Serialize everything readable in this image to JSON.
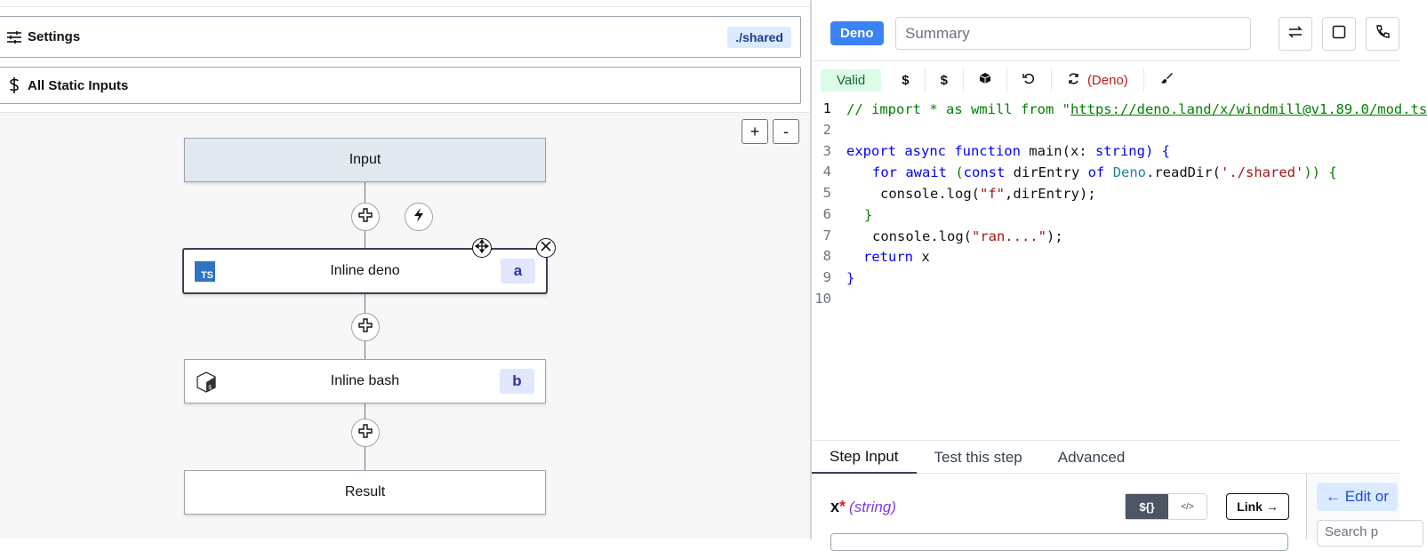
{
  "settings": {
    "label": "Settings",
    "badge": "./shared"
  },
  "static_inputs": {
    "label": "All Static Inputs"
  },
  "zoom": {
    "in": "+",
    "out": "-"
  },
  "flow": {
    "input_label": "Input",
    "result_label": "Result",
    "nodes": [
      {
        "label": "Inline deno",
        "id": "a",
        "icon": "typescript-icon",
        "icon_text": "TS"
      },
      {
        "label": "Inline bash",
        "id": "b",
        "icon": "bash-cube-icon"
      }
    ]
  },
  "editor_header": {
    "language_badge": "Deno",
    "summary_placeholder": "Summary"
  },
  "toolbar": {
    "status": "Valid",
    "btn1": "$",
    "btn2": "$",
    "deno_label": "(Deno)"
  },
  "code": {
    "line_numbers": [
      "1",
      "2",
      "3",
      "4",
      "5",
      "6",
      "7",
      "8",
      "9",
      "10"
    ],
    "l1_comment": "// import * as wmill from \"",
    "l1_url": "https://deno.land/x/windmill@v1.89.0/mod.ts",
    "l3_kw1": "export async function",
    "l3_name": " main(x: ",
    "l3_type": "string",
    "l3_end": ") {",
    "l4_kw": "for await",
    "l4_mid1": " (",
    "l4_kw2": "const",
    "l4_var": " dirEntry ",
    "l4_kw3": "of",
    "l4_sp": " ",
    "l4_obj": "Deno",
    "l4_call": ".readDir(",
    "l4_str": "'./shared'",
    "l4_end": ")) {",
    "l5_a": "console.log(",
    "l5_str": "\"f\"",
    "l5_b": ",dirEntry);",
    "l6": "}",
    "l7_a": "console.log(",
    "l7_str": "\"ran....\"",
    "l7_b": ");",
    "l8_kw": "return",
    "l8_b": " x",
    "l9": "}"
  },
  "tabs": [
    "Step Input",
    "Test this step",
    "Advanced"
  ],
  "step_input": {
    "arg_name": "x",
    "required_mark": "*",
    "arg_type": "(string)",
    "seg_a": "${}",
    "seg_b": "</>",
    "link": "Link →",
    "edit_or": "← Edit or",
    "search_placeholder": "Search p"
  },
  "colors": {
    "accent": "#3b82f6",
    "valid_bg": "#dcfce7",
    "node_id_bg": "#e0e7ff"
  }
}
